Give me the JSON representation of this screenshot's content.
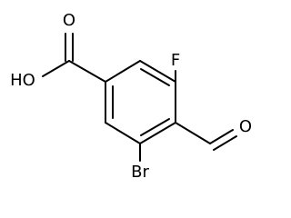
{
  "molecule": {
    "atoms": {
      "hydroxyl": "HO",
      "carbonyl_acid_oxygen": "O",
      "fluorine": "F",
      "aldehyde_oxygen": "O",
      "bromine": "Br"
    },
    "colors": {
      "bond": "#000000",
      "label": "#000000",
      "background": "#ffffff"
    }
  }
}
